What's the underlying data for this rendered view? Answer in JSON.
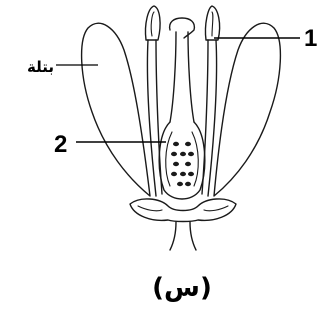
{
  "labels": {
    "petal": "بتلة",
    "marker_1": "1",
    "marker_2": "2",
    "caption": "(س)"
  }
}
